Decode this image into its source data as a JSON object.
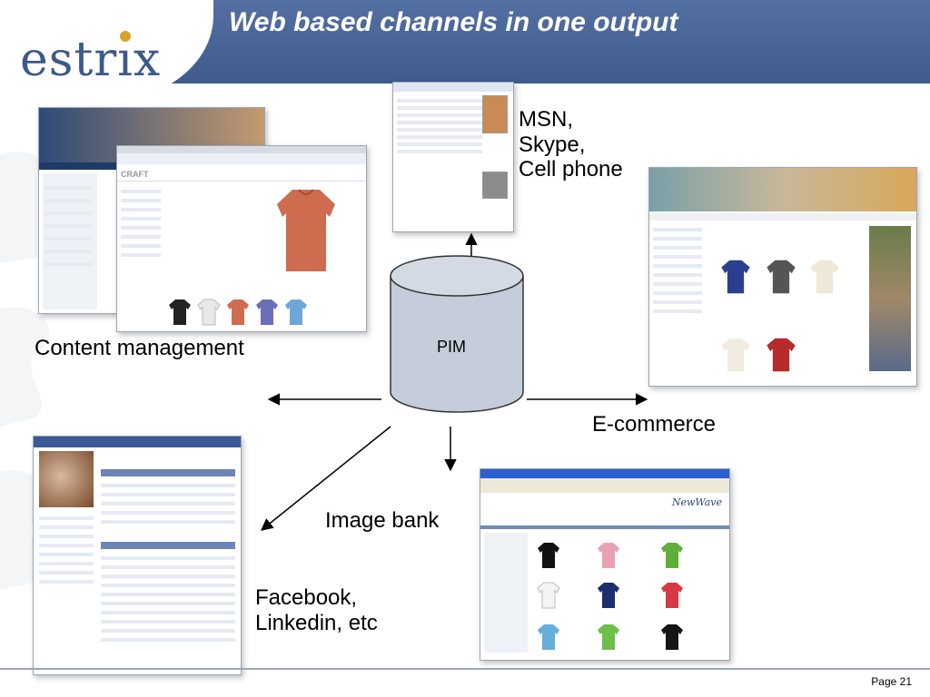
{
  "slide": {
    "title": "Web based channels in one output",
    "logo_text": "estrix",
    "page_number": "Page 21"
  },
  "hub": {
    "label": "PIM"
  },
  "channels": {
    "messenger": "MSN,\nSkype,\nCell phone",
    "cms": "Content management",
    "ecommerce": "E-commerce",
    "imagebank": "Image bank",
    "social": "Facebook,\nLinkedin, etc"
  },
  "colors": {
    "header": "#4a6698",
    "cylinder_fill": "#c4cdd9",
    "cylinder_stroke": "#333333",
    "arrow": "#000000"
  }
}
